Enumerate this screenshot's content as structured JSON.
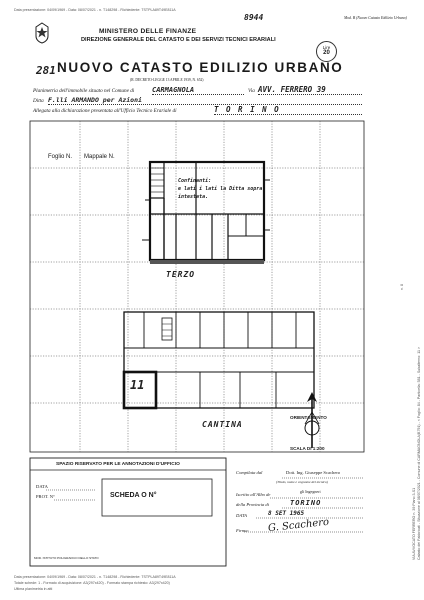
{
  "margin_top": "Data presentazione: 04/09/1969 - Data: 08/07/2021 - n. T148298 - Richiedente: TSTPLA89T49E811A",
  "margin_bottom_1": "Data presentazione: 04/09/1969 - Data: 08/07/2021 - n. T148298 - Richiedente: TSTPLA89T49E811A",
  "margin_bottom_2": "Totale schede: 1 - Formato di acquisizione: A3(297x420) - Formato stampa richiesto: A3(297x420)",
  "margin_bottom_3": "Ultima planimetria in atti",
  "margin_right_1": "Catasto dei Fabbricati - Situazione al 08/07/2021 - Comune di CARMAGNOLA(B791) - < Foglio: 84 - Particella: 581 - Subalterno: 11 >",
  "margin_right_2": "VIA AVVOCATO FERRERO n. 39 Piano 3-S1",
  "margin_right_3": "n. 8",
  "header": {
    "handwritten_number": "8944",
    "form_code": "Mod. B (Nuovo Catasto Edilizio Urbano)",
    "ministry": "MINISTERO DELLE FINANZE",
    "direction": "DIREZIONE GENERALE DEL CATASTO E DEI SERVIZI TECNICI ERARIALI",
    "stamp_line1": "Lire",
    "stamp_line2": "20",
    "sheet_number": "281",
    "title": "NUOVO CATASTO EDILIZIO URBANO",
    "law_ref": "(R. DECRETO-LEGGE 13 APRILE 1939, N. 652)"
  },
  "form": {
    "planimetria_label": "Planimetria dell'immobile situato nel Comune di",
    "comune": "CARMAGNOLA",
    "via_label": "Via",
    "via_value": "AVV. FERRERO 39",
    "ditta_label": "Ditta",
    "ditta_value": "F.lli ARMANDO per Azioni",
    "allegata_label": "Allegata alla dichiarazione presentata all'Ufficio Tecnico Erariale di",
    "ufficio": "T O R I N O"
  },
  "plan": {
    "foglio_label": "Foglio N.",
    "mappale_label": "Mappale N.",
    "note_1": "Confinanti:",
    "note_2": "e lati i lati la Ditta sopra",
    "note_3": "intestata.",
    "floor_label": "TERZO",
    "unit_number": "11",
    "cellar_label": "CANTINA",
    "orient_label": "ORIENTAMENTO",
    "scale_label": "SCALA DI 1:200"
  },
  "footer": {
    "reserved_title": "SPAZIO RISERVATO PER LE ANNOTAZIONI D'UFFICIO",
    "data_label": "DATA",
    "prot_label": "PROT. N°",
    "scheda_label": "SCHEDA O N°",
    "compilata_label": "Compilata dal",
    "compilata_value": "Dott. Ing. Giuseppe Scachero",
    "titolo_note": "(Titolo, nome e cognome del tecnico)",
    "iscritto_label": "Iscritto all'Albo de",
    "iscritto_value": "gli Ingegneri",
    "provincia_label": "della Provincia di",
    "provincia_value": "TORINO",
    "data_line_label": "DATA",
    "data_value": "8 SET 1965",
    "firma_label": "Firma:",
    "signature": "G. Scachero",
    "bottom_note": "MOD. ISTITUTO POLIGRAFICO DELLO STATO"
  }
}
